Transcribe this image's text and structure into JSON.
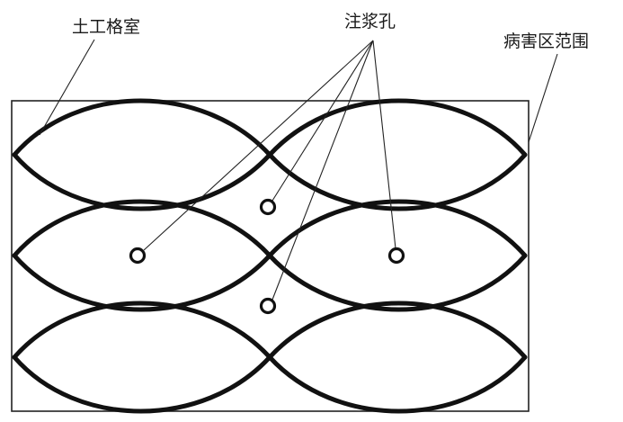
{
  "labels": {
    "geocell": "土工格室",
    "grout_hole": "注浆孔",
    "damage_area": "病害区范围"
  }
}
